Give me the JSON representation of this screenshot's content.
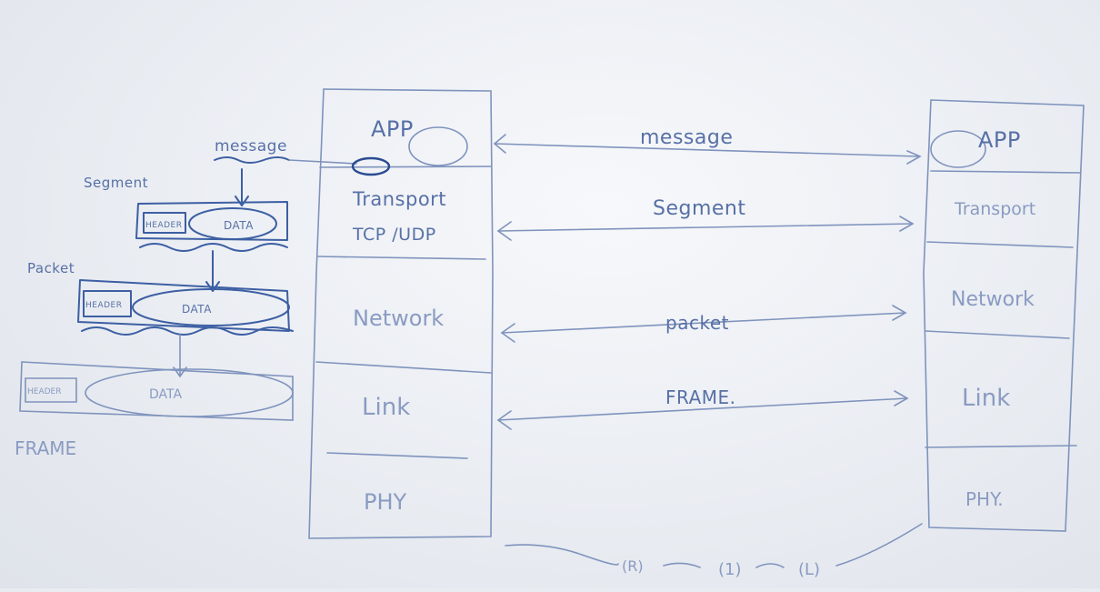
{
  "left_stack": {
    "layers": [
      "APP",
      "Transport",
      "Network",
      "Link",
      "PHY"
    ],
    "transport_sub": "TCP /UDP"
  },
  "right_stack": {
    "layers": [
      "APP",
      "Transport",
      "Network",
      "Link",
      "PHY."
    ]
  },
  "arrows": [
    "message",
    "Segment",
    "packet",
    "FRAME."
  ],
  "encapsulation": {
    "message_label": "message",
    "segment_label": "Segment",
    "packet_label": "Packet",
    "frame_label": "FRAME",
    "header": "HEADER",
    "data": "DATA"
  },
  "bottom_link": [
    "(R)",
    "(1)",
    "(L)"
  ],
  "colors": {
    "ink": "#3d5fa3",
    "board": "#eceff4"
  }
}
